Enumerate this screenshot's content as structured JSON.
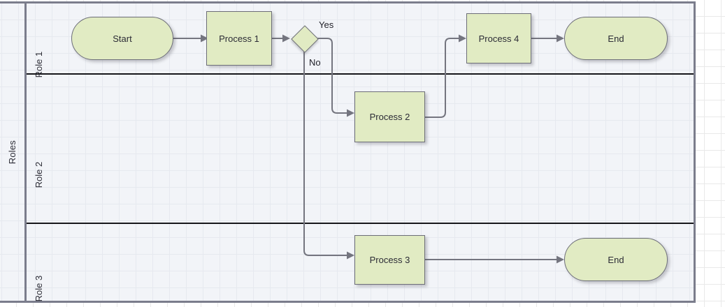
{
  "canvas": {
    "grid_size": 24,
    "background_color": "#ffffff",
    "grid_color": "#e9e9e9"
  },
  "pool": {
    "label": "Roles",
    "border_color": "#7b7d8c",
    "fill_color": "#f2f4f8",
    "lanes": [
      {
        "id": "lane-role-1",
        "label": "Role 1"
      },
      {
        "id": "lane-role-2",
        "label": "Role 2"
      },
      {
        "id": "lane-role-3",
        "label": "Role 3"
      }
    ]
  },
  "style": {
    "node_fill": "#e1ebc3",
    "node_border": "#6d6e78",
    "connector": "#74757f",
    "lane_divider": "#16161a",
    "text": "#2b2b35"
  },
  "nodes": [
    {
      "id": "start",
      "label": "Start",
      "shape": "terminator",
      "lane": "Role 1"
    },
    {
      "id": "process-1",
      "label": "Process 1",
      "shape": "rectangle",
      "lane": "Role 1"
    },
    {
      "id": "decision",
      "label": "",
      "shape": "diamond",
      "lane": "Role 1"
    },
    {
      "id": "process-4",
      "label": "Process 4",
      "shape": "rectangle",
      "lane": "Role 1"
    },
    {
      "id": "end-top",
      "label": "End",
      "shape": "terminator",
      "lane": "Role 1"
    },
    {
      "id": "process-2",
      "label": "Process 2",
      "shape": "rectangle",
      "lane": "Role 2"
    },
    {
      "id": "process-3",
      "label": "Process 3",
      "shape": "rectangle",
      "lane": "Role 3"
    },
    {
      "id": "end-bottom",
      "label": "End",
      "shape": "terminator",
      "lane": "Role 3"
    }
  ],
  "edges": [
    {
      "id": "edge-start-process1",
      "from": "start",
      "to": "process-1",
      "label": ""
    },
    {
      "id": "edge-process1-decision",
      "from": "process-1",
      "to": "decision",
      "label": ""
    },
    {
      "id": "edge-decision-process2",
      "from": "decision",
      "to": "process-2",
      "label": "Yes"
    },
    {
      "id": "edge-decision-process3",
      "from": "decision",
      "to": "process-3",
      "label": "No"
    },
    {
      "id": "edge-process2-process4",
      "from": "process-2",
      "to": "process-4",
      "label": ""
    },
    {
      "id": "edge-process4-end",
      "from": "process-4",
      "to": "end-top",
      "label": ""
    },
    {
      "id": "edge-process3-end",
      "from": "process-3",
      "to": "end-bottom",
      "label": ""
    }
  ]
}
